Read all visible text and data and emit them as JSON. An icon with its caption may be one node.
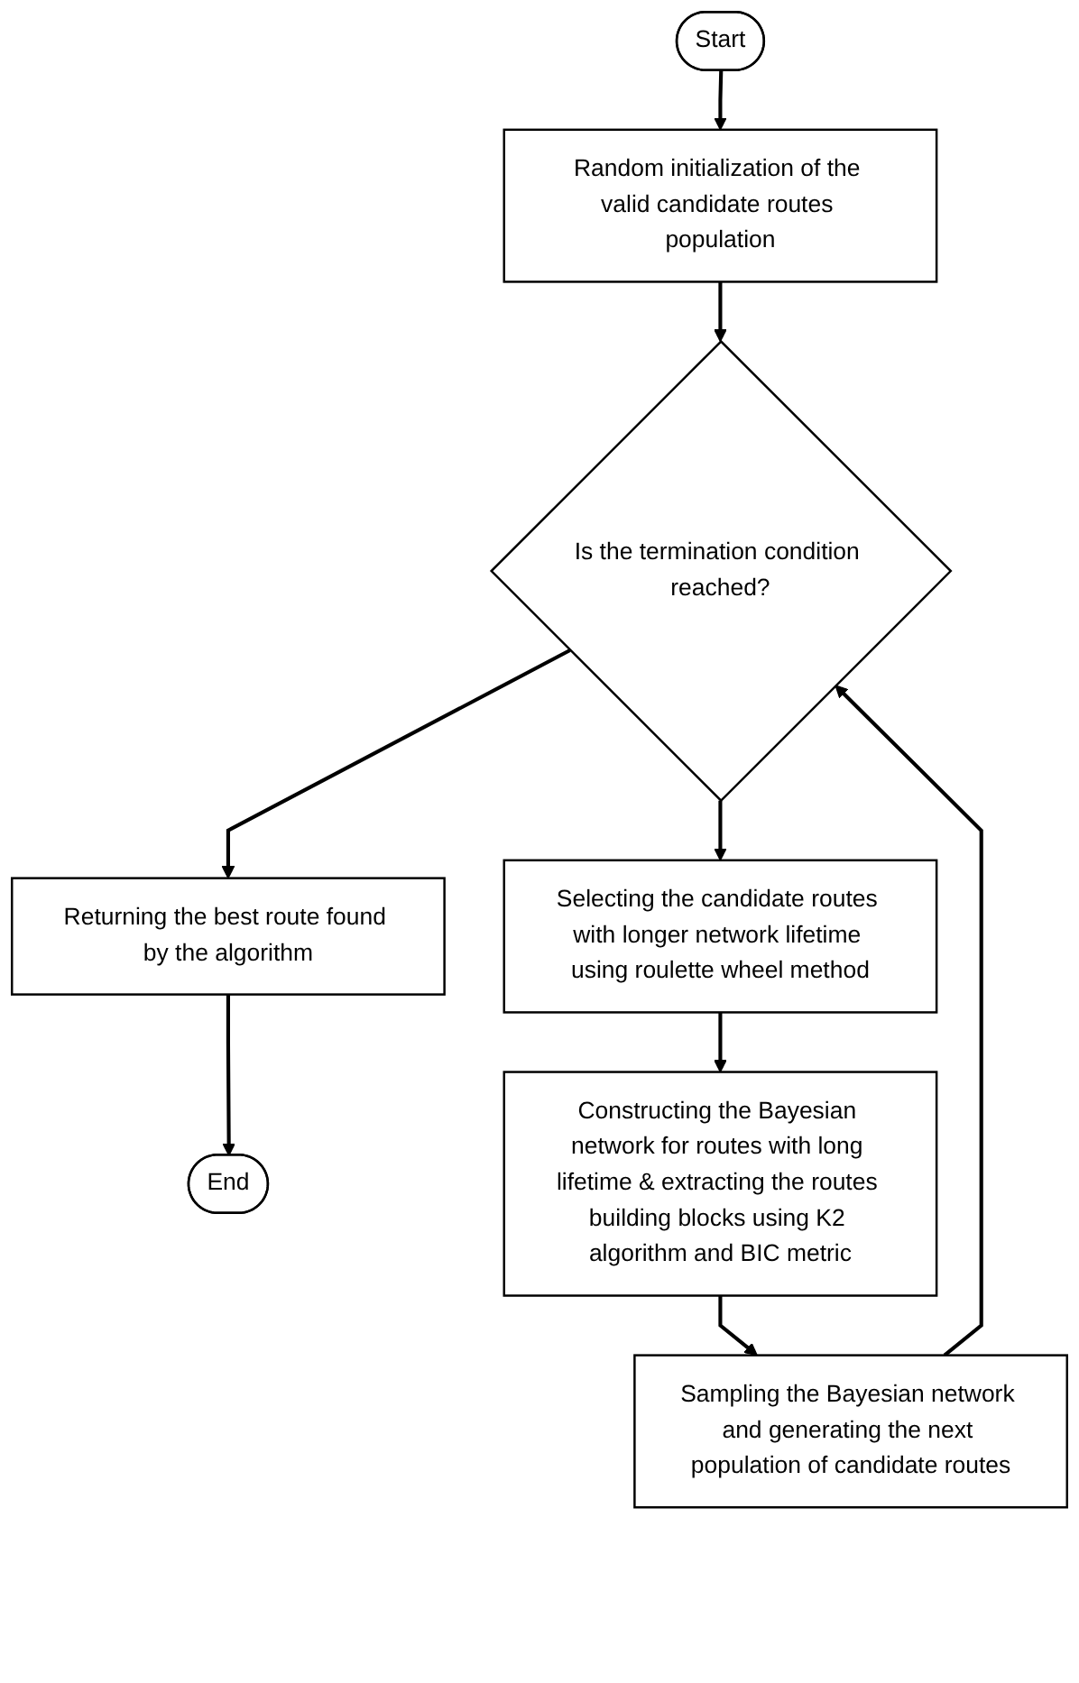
{
  "diagram": {
    "nodes": [
      {
        "text": [
          "Start"
        ]
      },
      {
        "text": [
          "Random initialization of the valid candidate routes population"
        ]
      },
      {
        "text": [
          "Is the termination condition reached?"
        ]
      },
      {
        "text": [
          "Returning the best route found by the algorithm"
        ]
      },
      {
        "text": [
          "End"
        ]
      },
      {
        "text": [
          "Selecting the candidate routes with longer network lifetime using roulette wheel method"
        ]
      },
      {
        "text": [
          "Constructing the Bayesian network for routes with long lifetime & extracting the routes building blocks using K2 algorithm and BIC metric"
        ]
      },
      {
        "text": [
          "Sampling the Bayesian network and generating the next population of candidate routes"
        ]
      }
    ],
    "edges": [
      {
        "from": 0,
        "to": 1,
        "arrow": "to"
      },
      {
        "from": 1,
        "to": 2,
        "arrow": "to"
      },
      {
        "from": 2,
        "to": 3,
        "arrow": "to"
      },
      {
        "from": 3,
        "to": 4,
        "arrow": "to"
      },
      {
        "from": 2,
        "to": 5,
        "arrow": "to"
      },
      {
        "from": 5,
        "to": 6,
        "arrow": "to"
      },
      {
        "from": 6,
        "to": 7,
        "arrow": "to"
      },
      {
        "from": 7,
        "to": 2,
        "arrow": "to"
      }
    ]
  }
}
